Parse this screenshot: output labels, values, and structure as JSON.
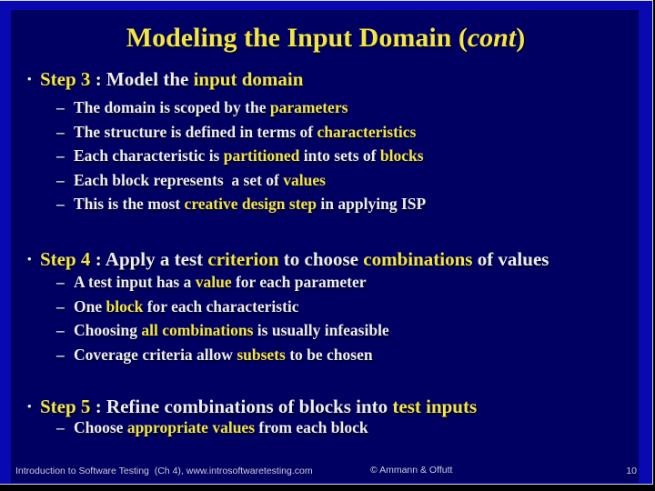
{
  "colors": {
    "frame_blue": "#0909b2",
    "slide_navy": "#000063",
    "highlight_yellow": "#f2e545",
    "text_white": "#ededed",
    "footer_text": "#ccccd8",
    "hairline": "#d9d9d9"
  },
  "markers": {
    "bullet": "•",
    "sub_bullet": "–"
  },
  "title": {
    "prefix": "Modeling the Input Domain (",
    "italic": "cont",
    "suffix": ")"
  },
  "sections": [
    {
      "step": [
        {
          "t": "Step 3",
          "hl": true
        },
        {
          "t": " : Model the ",
          "hl": false
        },
        {
          "t": "input domain",
          "hl": true
        }
      ],
      "subs": [
        [
          {
            "t": "The domain is scoped by the ",
            "hl": false
          },
          {
            "t": "parameters",
            "hl": true
          }
        ],
        [
          {
            "t": "The structure is defined in terms of ",
            "hl": false
          },
          {
            "t": "characteristics",
            "hl": true
          }
        ],
        [
          {
            "t": "Each characteristic is ",
            "hl": false
          },
          {
            "t": "partitioned",
            "hl": true
          },
          {
            "t": " into sets of ",
            "hl": false
          },
          {
            "t": "blocks",
            "hl": true
          }
        ],
        [
          {
            "t": "Each block represents  a set of ",
            "hl": false
          },
          {
            "t": "values",
            "hl": true
          }
        ],
        [
          {
            "t": "This is the most ",
            "hl": false
          },
          {
            "t": "creative design step",
            "hl": true
          },
          {
            "t": " in applying ISP",
            "hl": false
          }
        ]
      ]
    },
    {
      "step": [
        {
          "t": "Step 4",
          "hl": true
        },
        {
          "t": " : Apply a test ",
          "hl": false
        },
        {
          "t": "criterion",
          "hl": true
        },
        {
          "t": " to choose ",
          "hl": false
        },
        {
          "t": "combinations",
          "hl": true
        },
        {
          "t": " of values",
          "hl": false
        }
      ],
      "subs": [
        [
          {
            "t": "A test input has a ",
            "hl": false
          },
          {
            "t": "value",
            "hl": true
          },
          {
            "t": " for each parameter",
            "hl": false
          }
        ],
        [
          {
            "t": "One ",
            "hl": false
          },
          {
            "t": "block",
            "hl": true
          },
          {
            "t": " for each characteristic",
            "hl": false
          }
        ],
        [
          {
            "t": "Choosing ",
            "hl": false
          },
          {
            "t": "all combinations",
            "hl": true
          },
          {
            "t": " is usually infeasible",
            "hl": false
          }
        ],
        [
          {
            "t": "Coverage criteria allow ",
            "hl": false
          },
          {
            "t": "subsets",
            "hl": true
          },
          {
            "t": " to be chosen",
            "hl": false
          }
        ]
      ]
    },
    {
      "step": [
        {
          "t": "Step 5",
          "hl": true
        },
        {
          "t": " : Refine combinations of blocks into ",
          "hl": false
        },
        {
          "t": "test inputs",
          "hl": true
        }
      ],
      "subs": [
        [
          {
            "t": "Choose ",
            "hl": false
          },
          {
            "t": "appropriate values",
            "hl": true
          },
          {
            "t": " from each block",
            "hl": false
          }
        ]
      ]
    }
  ],
  "footer": {
    "left": "Introduction to Software Testing  (Ch 4), www.introsoftwaretesting.com",
    "center": "© Ammann & Offutt",
    "page_number": "10"
  }
}
